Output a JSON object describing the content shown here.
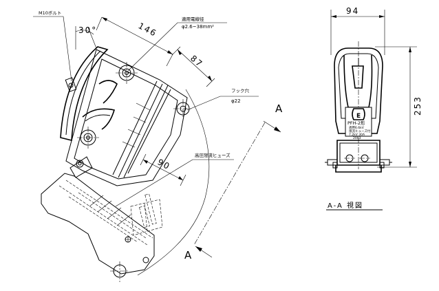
{
  "labels": {
    "bolt": "M10ボルト",
    "angle": "30°",
    "dim_146": "146",
    "dim_87": "87",
    "dim_90": "90",
    "wire_range_title": "適用電線径",
    "wire_range_value": "φ2.6~38mm²",
    "hook_hole_title": "フック穴",
    "hook_hole_value": "φ22",
    "fuse_label": "高圧限流ヒューズ",
    "section_a_top": "A",
    "section_a_bottom": "A",
    "dim_94": "94",
    "dim_253": "253",
    "view_title": "A-A 視図"
  },
  "nameplate": {
    "logo": "E",
    "model": "PFH-2形",
    "line1": "適用6.6kV",
    "line2": "限流ヒューズ付",
    "line3": "7.2kV 30A",
    "line4": "2003"
  }
}
